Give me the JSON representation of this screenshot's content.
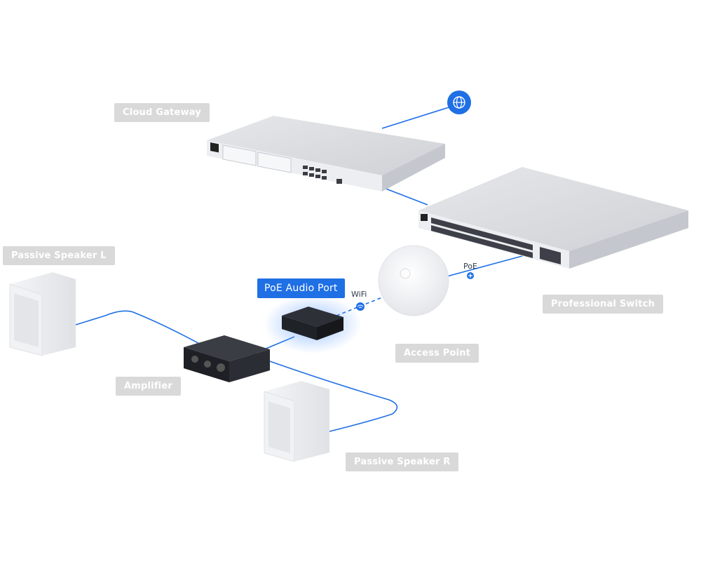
{
  "devices": {
    "cloud_gateway": {
      "label": "Cloud Gateway"
    },
    "professional_switch": {
      "label": "Professional Switch"
    },
    "access_point": {
      "label": "Access Point"
    },
    "poe_audio_port": {
      "label": "PoE Audio Port"
    },
    "amplifier": {
      "label": "Amplifier"
    },
    "speaker_left": {
      "label": "Passive Speaker L"
    },
    "speaker_right": {
      "label": "Passive Speaker R"
    }
  },
  "links": {
    "wifi_label": "WiFi",
    "poe_label": "PoE"
  },
  "icons": {
    "internet": "globe-icon",
    "wifi": "wifi-icon",
    "poe": "plus-icon"
  },
  "colors": {
    "accent": "#1f6fe5",
    "label_bg": "#d9d9d9",
    "label_text": "#ffffff"
  }
}
